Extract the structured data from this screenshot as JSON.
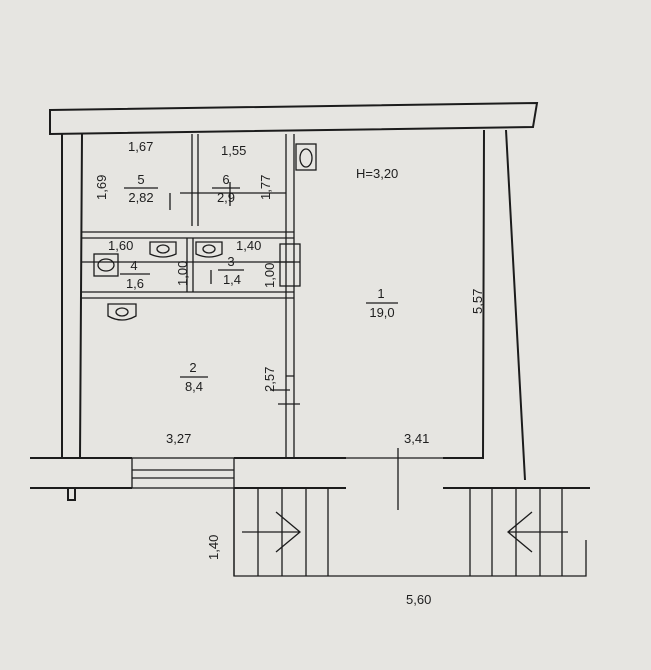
{
  "header": {
    "height_label": "H=3,20"
  },
  "rooms": [
    {
      "number": "1",
      "area": "19,0"
    },
    {
      "number": "2",
      "area": "8,4"
    },
    {
      "number": "3",
      "area": "1,4"
    },
    {
      "number": "4",
      "area": "1,6"
    },
    {
      "number": "5",
      "area": "2,82"
    },
    {
      "number": "6",
      "area": "2,9"
    }
  ],
  "dimensions": {
    "room5_width": "1,67",
    "room6_width": "1,55",
    "room5_depth": "1,69",
    "room6_depth": "1,77",
    "room4_width": "1,60",
    "room3_width": "1,40",
    "room4_depth": "1,00",
    "room3_depth": "1,00",
    "room2_depth": "2,57",
    "room2_width": "3,27",
    "room1_width": "3,41",
    "room1_depth": "5,57",
    "stair_depth": "1,40",
    "stair_width": "5,60"
  },
  "fixtures": [
    {
      "kind": "toilet-icon"
    },
    {
      "kind": "sink-icon"
    },
    {
      "kind": "sink-icon"
    },
    {
      "kind": "bathtub-icon"
    },
    {
      "kind": "sink-icon"
    }
  ]
}
